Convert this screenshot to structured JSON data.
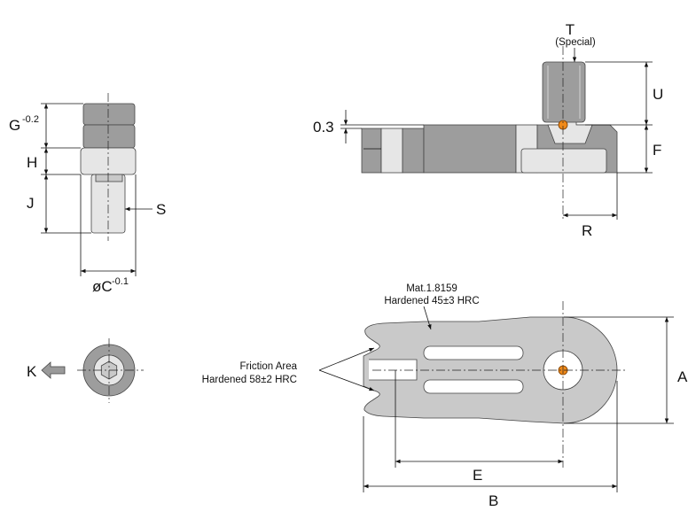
{
  "labels": {
    "g": "G",
    "g_tol": "-0.2",
    "h": "H",
    "j": "J",
    "s": "S",
    "c": "øC",
    "c_tol": "-0.1",
    "k": "K",
    "t": "T",
    "t_note": "(Special)",
    "u": "U",
    "f": "F",
    "r": "R",
    "offset": "0.3",
    "a": "A",
    "e": "E",
    "b": "B",
    "material_line1": "Mat.1.8159",
    "material_line2": "Hardened 45±3 HRC",
    "friction_line1": "Friction Area",
    "friction_line2": "Hardened 58±2 HRC"
  },
  "colors": {
    "part_light": "#e6e6e6",
    "part_mid": "#c9c9c9",
    "part_dark": "#9d9d9d",
    "marker": "#f08a1a",
    "arrow_fill": "#9a9a9a"
  }
}
